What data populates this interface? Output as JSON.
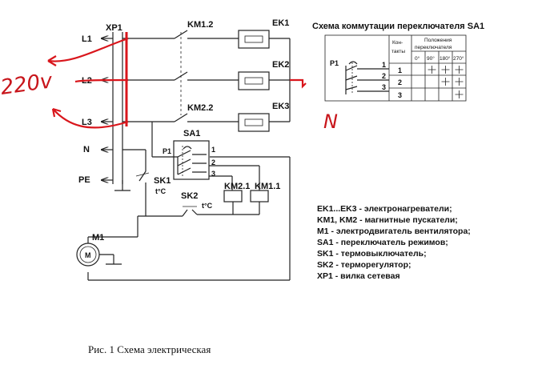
{
  "connector": "XP1",
  "lines": {
    "l1": "L1",
    "l2": "L2",
    "l3": "L3",
    "n": "N",
    "pe": "PE"
  },
  "contactors": {
    "km1_2": "KM1.2",
    "km2_2": "KM2.2",
    "km2_1": "KM2.1",
    "km1_1": "KM1.1"
  },
  "heaters": {
    "ek1": "EK1",
    "ek2": "EK2",
    "ek3": "EK3"
  },
  "switch": {
    "name": "SA1",
    "pole": "P1",
    "c1": "1",
    "c2": "2",
    "c3": "3"
  },
  "sensors": {
    "sk1": "SK1",
    "sk1_unit": "t°C",
    "sk2": "SK2",
    "sk2_unit": "t°C"
  },
  "motor": {
    "name": "M1",
    "symbol": "M"
  },
  "table": {
    "title": "Схема коммутации переключателя SA1",
    "col_contacts_1": "Кон-",
    "col_contacts_2": "такты",
    "col_positions_1": "Положения",
    "col_positions_2": "переключателя",
    "positions": [
      "0°",
      "90°",
      "180°",
      "270°"
    ],
    "pole": "P1",
    "rows": [
      "1",
      "2",
      "3"
    ]
  },
  "legend": [
    "EK1...EK3 - электронагреватели;",
    "KM1, KM2 - магнитные пускатели;",
    "M1 - электродвигатель вентилятора;",
    "SA1 - переключатель режимов;",
    "SK1 - термовыключатель;",
    "SK2 - терморегулятор;",
    "XP1 - вилка сетевая"
  ],
  "annotations": {
    "voltage": "220v",
    "neutral": "N"
  },
  "caption": "Рис. 1 Схема электрическая"
}
